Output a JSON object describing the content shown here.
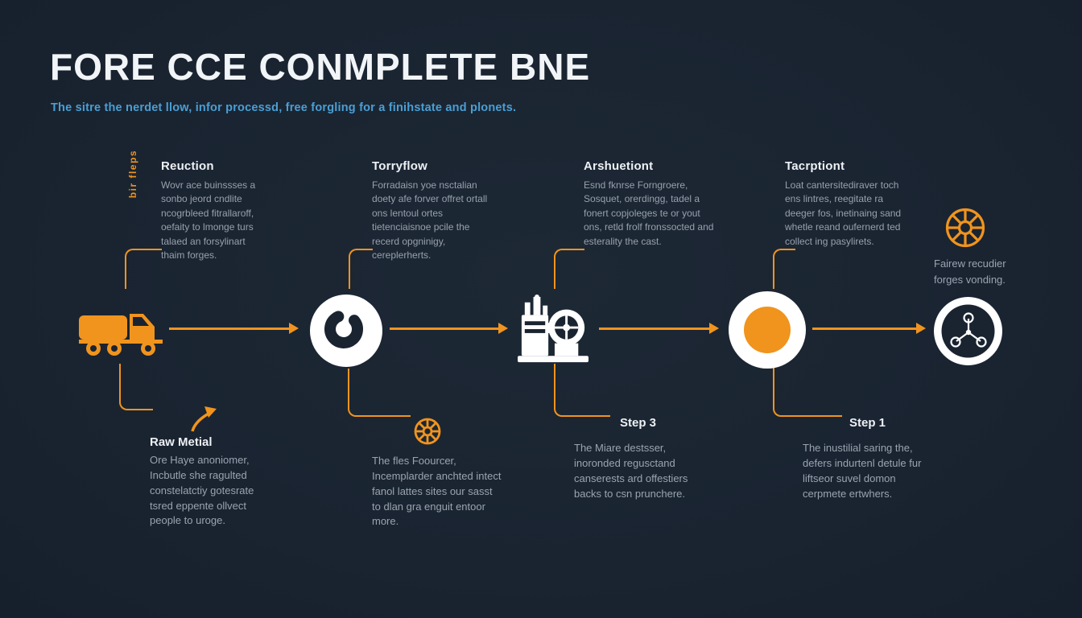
{
  "header": {
    "title": "FORE CCE CONMPLETE BNE",
    "subtitle": "The sitre the nerdet llow, infor processd, free forgling for a finihstate and plonets."
  },
  "side_label": "bir fleps",
  "columns": [
    {
      "heading": "Reuction",
      "body": "Wovr ace buinssses a sonbo jeord cndlite ncogrbleed fitrallaroff, oefaity to lmonge turs talaed an forsylinart thaim forges."
    },
    {
      "heading": "Torryflow",
      "body": "Forradaisn yoe nsctalian doety afe forver offret ortall ons lentoul ortes tietenciaisnoe pcile the recerd opgninigy, cereplerherts."
    },
    {
      "heading": "Arshuetiont",
      "body": "Esnd fknrse Forngroere, Sosquet, orerdingg, tadel a fonert copjoleges te or yout ons, retld frolf fronssocted and esterality the cast."
    },
    {
      "heading": "Tacrptiont",
      "body": "Loat cantersitediraver toch ens lintres, reegitate ra deeger fos, inetinaing sand whetle reand oufernerd ted collect ing pasylirets."
    }
  ],
  "right_note": "Fairew recudier forges vonding.",
  "bottom": [
    {
      "heading": "Raw Metial",
      "body": "Ore Haye anoniomer, Incbutle she ragulted constelatctiy gotesrate tsred eppente ollvect people to uroge."
    },
    {
      "heading": "",
      "body": "The fles Foourcer, Incemplarder anchted intect fanol lattes sites our sasst to dlan gra enguit entoor more."
    },
    {
      "heading": "Step 3",
      "body": "The Miare destsser, inoronded regusctand canserests ard offestiers backs to csn prunchere."
    },
    {
      "heading": "Step 1",
      "body": "The inustilial saring the, defers indurtenl detule fur liftseor suvel domon cerpmete ertwhers."
    }
  ],
  "icons": {
    "flow_steps": [
      "truck-icon",
      "donut-swirl-icon",
      "pump-machine-icon",
      "orange-disc-icon",
      "network-molecule-icon"
    ],
    "decorative": [
      "spoked-wheel-icon",
      "diagonal-arrow-icon",
      "gear-wheel-icon",
      "flow-arrow-icon"
    ]
  },
  "colors": {
    "background": "#1a2431",
    "accent_orange": "#f0941e",
    "title_white": "#f2f5f8",
    "subtitle_blue": "#4a9fd4",
    "body_gray": "#97a1ad"
  }
}
